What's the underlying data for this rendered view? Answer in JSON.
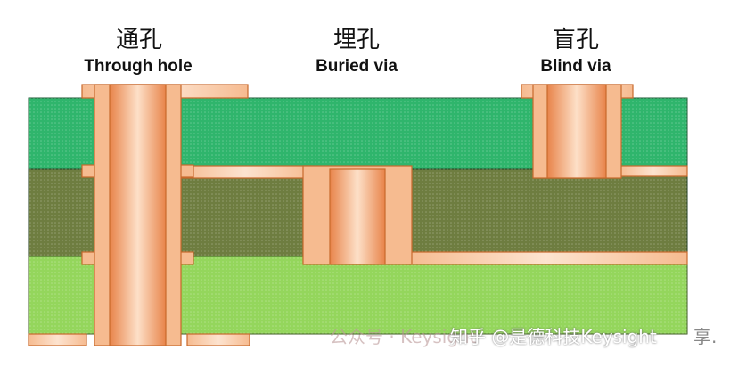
{
  "labels": [
    {
      "cn": "通孔",
      "en": "Through hole"
    },
    {
      "cn": "埋孔",
      "en": "Buried via"
    },
    {
      "cn": "盲孔",
      "en": "Blind via"
    }
  ],
  "colors": {
    "layer_top": "#2fb56c",
    "layer_mid": "#6e7d40",
    "layer_bottom": "#94d65c",
    "copper": "#f6bb90",
    "copper_dark": "#e8844a",
    "outline": "#c8692c"
  },
  "watermark": {
    "wechat": "公众号 · Keysight",
    "zhihu": "知乎 @是德科技Keysight",
    "suffix": "享."
  }
}
